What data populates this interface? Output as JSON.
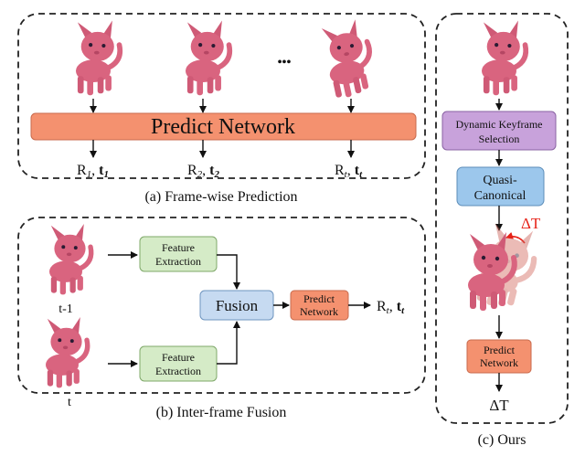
{
  "panel_a": {
    "caption": "(a) Frame-wise Prediction",
    "ellipsis": "•••",
    "predict_label": "Predict Network",
    "outputs": [
      {
        "r": "R",
        "r_sub": "1",
        "t": "t",
        "t_sub": "1"
      },
      {
        "r": "R",
        "r_sub": "2",
        "t": "t",
        "t_sub": "2"
      },
      {
        "r": "R",
        "r_sub": "t",
        "t": "t",
        "t_sub": "t"
      }
    ]
  },
  "panel_b": {
    "caption": "(b) Inter-frame Fusion",
    "frame_top_label": "t-1",
    "frame_bottom_label": "t",
    "feature_line1": "Feature",
    "feature_line2": "Extraction",
    "fusion_label": "Fusion",
    "predict_line1": "Predict",
    "predict_line2": "Network",
    "output": {
      "r": "R",
      "r_sub": "t",
      "t": "t",
      "t_sub": "t"
    }
  },
  "panel_c": {
    "caption": "(c) Ours",
    "dks_line1": "Dynamic Keyframe",
    "dks_line2": "Selection",
    "qc_line1": "Quasi-",
    "qc_line2": "Canonical",
    "delta_label": "ΔT",
    "predict_line1": "Predict",
    "predict_line2": "Network",
    "output_label": "ΔT"
  },
  "colors": {
    "predict": "#f4916f",
    "feature": "#d5ebc7",
    "fusion": "#c6daf1",
    "quasi": "#9cc7ec",
    "keyframe": "#c8a2db",
    "cat": "#d9647f",
    "delta": "#e62117"
  }
}
